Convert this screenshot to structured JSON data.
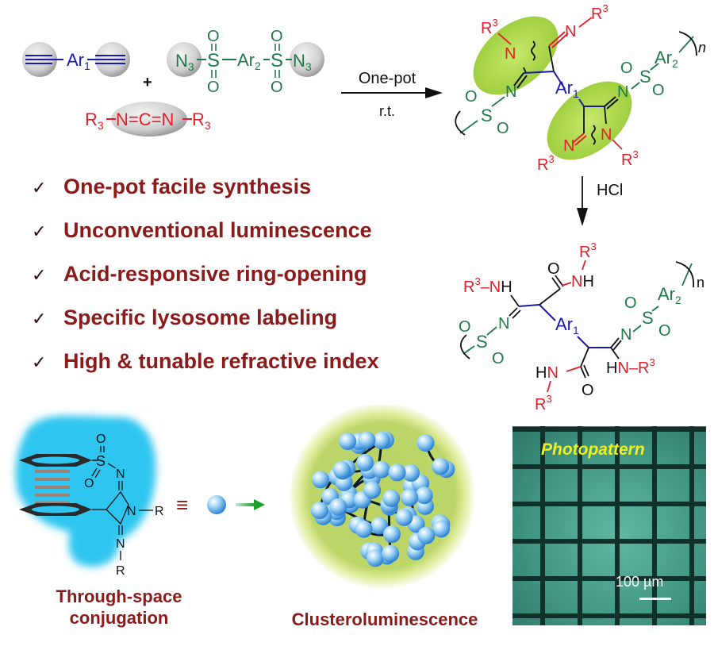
{
  "reactants": {
    "dialkyne": {
      "core": "Ar",
      "sub": "1"
    },
    "disulfonyl_azide": {
      "azide": "N",
      "azide_sub": "3",
      "sulfur": "S",
      "oxygen": "O",
      "core": "Ar",
      "core_sub": "2"
    },
    "plus": "+",
    "carbodiimide": {
      "r": "R",
      "r_sub": "3",
      "center": "N=C=N"
    }
  },
  "reaction_arrow_1": {
    "above": "One-pot",
    "below": "r.t."
  },
  "reaction_arrow_2": {
    "label": "HCl"
  },
  "product_1": {
    "r3": "R",
    "r3_sup": "3",
    "n": "N",
    "ar1": "Ar",
    "ar1_sub": "1",
    "ar2": "Ar",
    "ar2_sub": "2",
    "s": "S",
    "o": "O",
    "repeat": "n"
  },
  "product_2": {
    "r3": "R",
    "r3_sup": "3",
    "nh": "NH",
    "hn": "HN",
    "n": "N",
    "o": "O",
    "s": "S",
    "ar1": "Ar",
    "ar1_sub": "1",
    "ar2": "Ar",
    "ar2_sub": "2",
    "repeat": "n"
  },
  "features": [
    {
      "check": "✓",
      "text": "One-pot facile synthesis"
    },
    {
      "check": "✓",
      "text": "Unconventional luminescence"
    },
    {
      "check": "✓",
      "text": "Acid-responsive ring-opening"
    },
    {
      "check": "✓",
      "text": "Specific lysosome labeling"
    },
    {
      "check": "✓",
      "text": "High & tunable refractive index"
    }
  ],
  "tsc_panel": {
    "s": "S",
    "o": "O",
    "n": "N",
    "r": "R",
    "equiv": "≡",
    "caption_line1": "Through-space",
    "caption_line2": "conjugation"
  },
  "cluster_panel": {
    "caption": "Clusteroluminescence"
  },
  "photo_panel": {
    "title": "Photopattern",
    "scale_label": "100 µm"
  },
  "colors": {
    "feature_text": "#8b1a1a",
    "alkyne_blue": "#1a1aa8",
    "sulfonyl_green": "#1f7a4a",
    "carbodiimide_red": "#e0202a",
    "ring_highlight": "#a8d444",
    "tsc_glow": "#2ec6f0",
    "cluster_bg": "#bcd66a",
    "photo_bg": "#3d8e7c",
    "photo_title": "#f0f020"
  }
}
